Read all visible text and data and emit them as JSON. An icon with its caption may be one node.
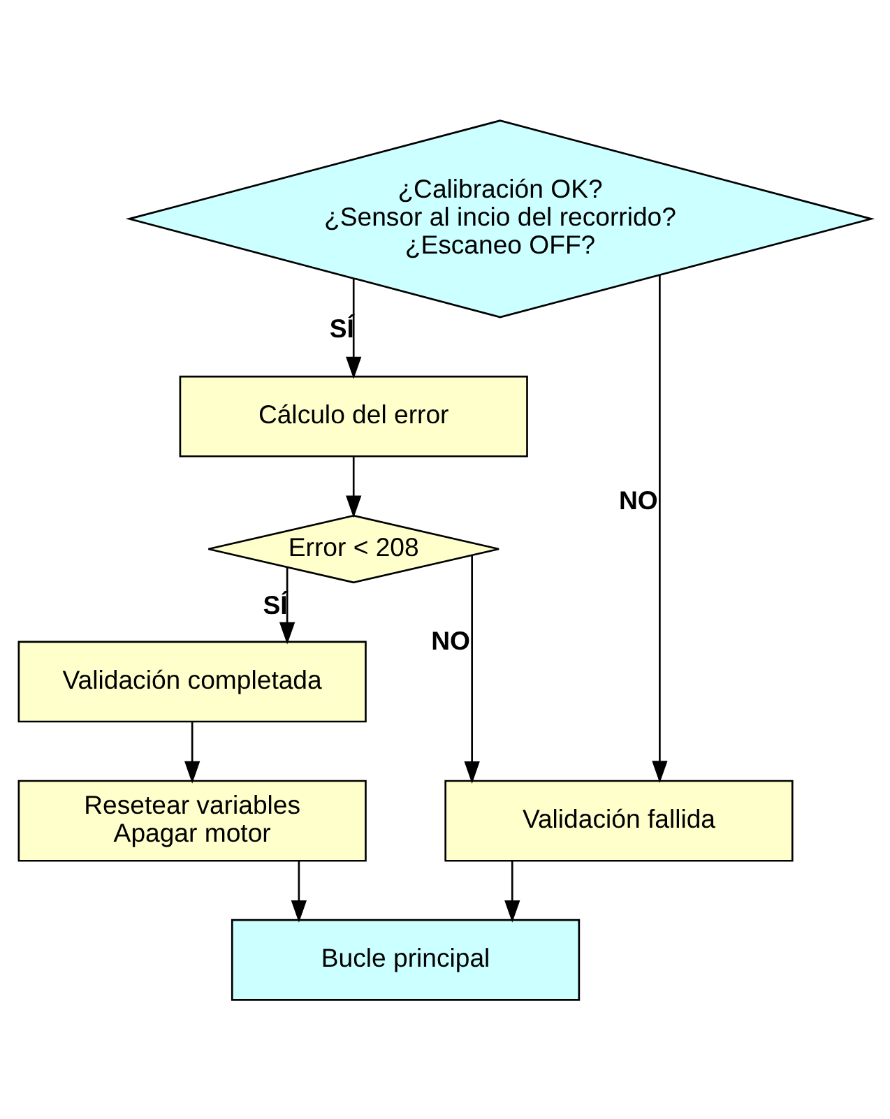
{
  "diagram": {
    "nodes": [
      {
        "text": [
          "¿Calibración OK?",
          "¿Sensor al incio del recorrido?",
          "¿Escaneo OFF?"
        ]
      },
      {
        "text": [
          "Cálculo del error"
        ]
      },
      {
        "text": [
          "Error < 208"
        ]
      },
      {
        "text": [
          "Validación completada"
        ]
      },
      {
        "text": [
          "Resetear variables",
          "Apagar motor"
        ]
      },
      {
        "text": [
          "Validación fallida"
        ]
      },
      {
        "text": [
          "Bucle principal"
        ]
      }
    ],
    "edges": [
      {
        "from": 0,
        "to": 1,
        "arrow": "to",
        "label": "SÍ"
      },
      {
        "from": 0,
        "to": 5,
        "arrow": "to",
        "label": "NO"
      },
      {
        "from": 1,
        "to": 2,
        "arrow": "to"
      },
      {
        "from": 2,
        "to": 3,
        "arrow": "to",
        "label": "SÍ"
      },
      {
        "from": 2,
        "to": 5,
        "arrow": "to",
        "label": "NO"
      },
      {
        "from": 3,
        "to": 4,
        "arrow": "to"
      },
      {
        "from": 4,
        "to": 6,
        "arrow": "to"
      },
      {
        "from": 5,
        "to": 6,
        "arrow": "to"
      }
    ]
  }
}
